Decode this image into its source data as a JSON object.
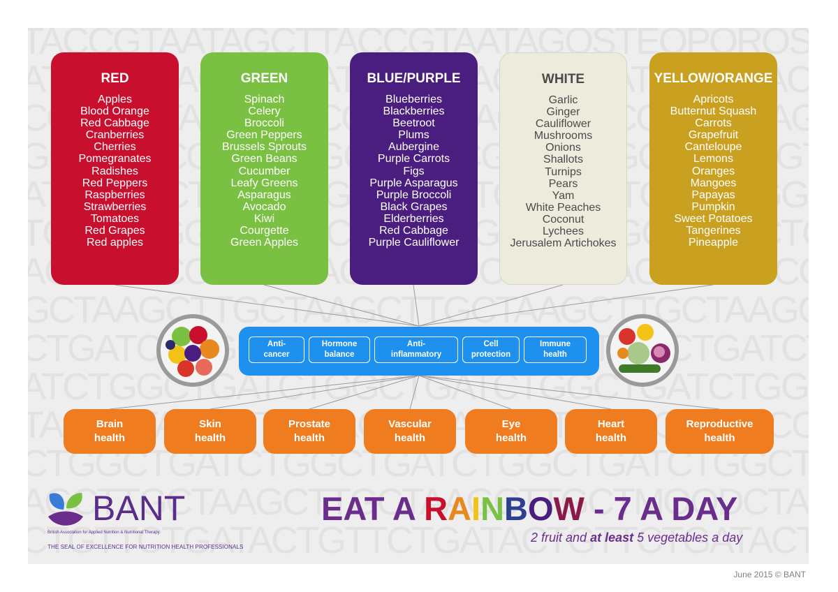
{
  "background_letters": [
    "TACCGTAATAGCTTACCGTAATAGOSTEOPOROSISGCTTACCGTAATAGCTT",
    "ATAGCTTACCGTAATAGCTTACCGTAATAGCTTACCGTAATAGCTTACCGTA",
    "CCGTAATAGCTTACCGTAATAGCTTACCGTAATAGCTTACCGTAATAGCTTAC",
    "GCTTACCGTAATAGCTTACCGTAATAGCTTACCGTAATAGCTTACCGTAATAG",
    "ATCTGGCTGATCTGGCTGATCTGGCTGATCTGGCTGATCTGGCTGATCTGGC",
    "TGATCTGGCTGATCTGGCTGATCTGGCTGATCTGGCTGATCTGGCTGATCTG",
    "AGCTTACCGTAATAGCTTACCGTAATAGCTTACCGTAATAGCTTACCGTAATAG",
    "GCTAAGCTTGCTAAGCTTGCTAAGCTTGCTAAGCTTGCTAAGCTTGCTAAGCT",
    "CTGATCTGGCTGATCTGGCTGATCTGGCTGATCTGGCTGATCTGGCTGATCT",
    "ATCTGGCTGATCTGGCTGATCTGGCTGATCTGGCTGATCTGGCTGATCTGGC",
    "TAGCTTACCGTAATAGCTTACCGTAATAGCTTACCGTAATAGCTTACCGTAAT",
    "CTGGCTGATCTGGCTGATCTGGCTGATCTGGCTGATCTGGCTGATCTGGCTGA",
    "AGCTTGCTAAGCTTGCTAAGCTTGCTMOODCTAAGCTTGCTAAGCTTGCTAA",
    "CTGTTCTGATACTGTTCTGATACTGTTCTGATACTGATOSTEOPOROSISTG"
  ],
  "colour_groups": [
    {
      "name": "RED",
      "color": "#c8102e",
      "items": [
        "Apples",
        "Blood Orange",
        "Red Cabbage",
        "Cranberries",
        "Cherries",
        "Pomegranates",
        "Radishes",
        "Red Peppers",
        "Raspberries",
        "Strawberries",
        "Tomatoes",
        "Red Grapes",
        "Red apples"
      ]
    },
    {
      "name": "GREEN",
      "color": "#7ac143",
      "items": [
        "Spinach",
        "Celery",
        "Broccoli",
        "Green Peppers",
        "Brussels Sprouts",
        "Green Beans",
        "Cucumber",
        "Leafy Greens",
        "Asparagus",
        "Avocado",
        "Kiwi",
        "Courgette",
        "Green Apples"
      ]
    },
    {
      "name": "BLUE/PURPLE",
      "color": "#4a1e7e",
      "items": [
        "Blueberries",
        "Blackberries",
        "Beetroot",
        "Plums",
        "Aubergine",
        "Purple Carrots",
        "Figs",
        "Purple Asparagus",
        "Purple Broccoli",
        "Black Grapes",
        "Elderberries",
        "Red Cabbage",
        "Purple Cauliflower"
      ]
    },
    {
      "name": "WHITE",
      "color": "#ecebdc",
      "items": [
        "Garlic",
        "Ginger",
        "Cauliflower",
        "Mushrooms",
        "Onions",
        "Shallots",
        "Turnips",
        "Pears",
        "Yam",
        "White Peaches",
        "Coconut",
        "Lychees",
        "Jerusalem Artichokes"
      ]
    },
    {
      "name": "YELLOW/ORANGE",
      "color": "#c9a020",
      "items": [
        "Apricots",
        "Butternut Squash",
        "Carrots",
        "Grapefruit",
        "Canteloupe",
        "Lemons",
        "Oranges",
        "Mangoes",
        "Papayas",
        "Pumpkin",
        "Sweet Potatoes",
        "Tangerines",
        "Pineapple"
      ]
    }
  ],
  "benefits": [
    "Anti-\ncancer",
    "Hormone\nbalance",
    "Anti-\ninflammatory",
    "Cell\nprotection",
    "Immune\nhealth"
  ],
  "health_outcomes": [
    "Brain\nhealth",
    "Skin\nhealth",
    "Prostate\nhealth",
    "Vascular\nhealth",
    "Eye\nhealth",
    "Heart\nhealth",
    "Reproductive\nhealth"
  ],
  "logo": {
    "name": "BANT",
    "subtitle": "British Association for Applied Nutrition & Nutritional Therapy",
    "tagline": "THE SEAL OF EXCELLENCE FOR NUTRITION HEALTH PROFESSIONALS"
  },
  "headline": {
    "segments": [
      {
        "text": "EAT A ",
        "color": "#6a2d8c"
      },
      {
        "text": "R",
        "color": "#c8102e"
      },
      {
        "text": "A",
        "color": "#e8891f"
      },
      {
        "text": "I",
        "color": "#f2c316"
      },
      {
        "text": "N",
        "color": "#7ac143"
      },
      {
        "text": "B",
        "color": "#2e3f8f"
      },
      {
        "text": "O",
        "color": "#4a1e7e"
      },
      {
        "text": "W",
        "color": "#8b1a4a"
      },
      {
        "text": " - 7 A DAY",
        "color": "#6a2d8c"
      }
    ]
  },
  "subline": {
    "before": "2 fruit and ",
    "bold": "at least",
    "after": " 5 vegetables a day"
  },
  "footer": "June 2015 © BANT",
  "colors": {
    "benefit_bar": "#1e90ee",
    "outcome": "#ef7d20",
    "brand_purple": "#6a2d8c",
    "connector": "#9b9b9b"
  }
}
